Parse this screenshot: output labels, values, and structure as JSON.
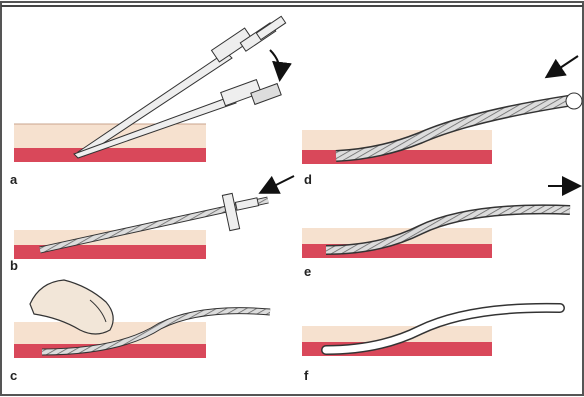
{
  "panels": [
    {
      "label": "a"
    },
    {
      "label": "b"
    },
    {
      "label": "c"
    },
    {
      "label": "d"
    },
    {
      "label": "e"
    },
    {
      "label": "f"
    }
  ],
  "colors": {
    "skin": "#f6e1cf",
    "tissue": "#f0b9b2",
    "vessel": "#d9485a",
    "frame": "#555555",
    "instrument": "#e8e8e8",
    "outline": "#333333",
    "guidewire": "#dcdcdc",
    "sheath": "#ffffff"
  },
  "icons": [
    "finger-icon",
    "arrow-icon"
  ]
}
